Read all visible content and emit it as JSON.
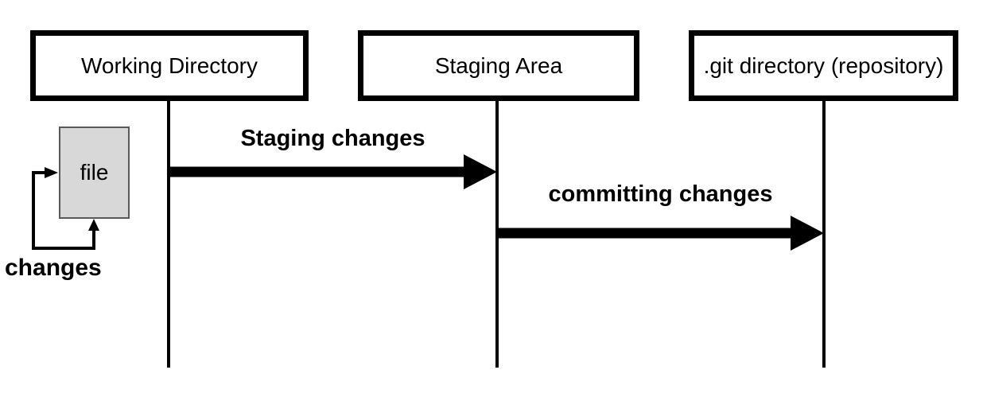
{
  "diagram": {
    "actors": [
      {
        "label": "Working Directory"
      },
      {
        "label": "Staging Area"
      },
      {
        "label": ".git directory (repository)"
      }
    ],
    "messages": [
      {
        "label": "Staging changes",
        "from": "Working Directory",
        "to": "Staging Area"
      },
      {
        "label": "committing changes",
        "from": "Staging Area",
        "to": ".git directory (repository)"
      }
    ],
    "file_label": "file",
    "changes_label": "changes",
    "colors": {
      "line": "#000000",
      "box_border": "#000000",
      "file_fill": "#d8d8d8",
      "file_border": "#595959",
      "background": "#ffffff"
    }
  }
}
